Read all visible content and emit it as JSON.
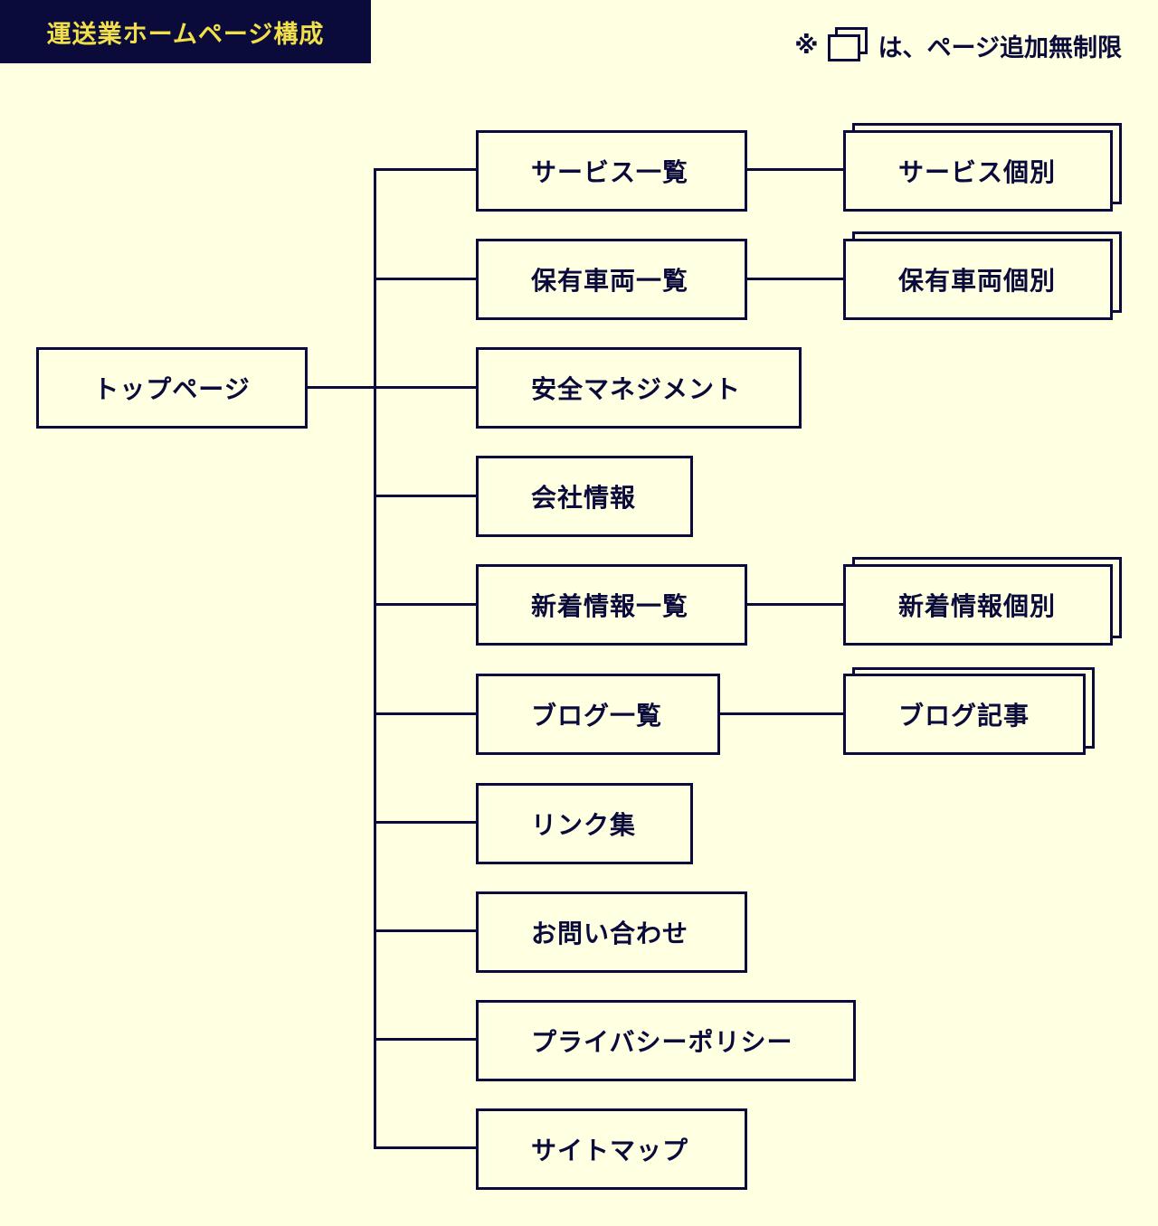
{
  "header": {
    "title": "運送業ホームページ構成"
  },
  "legend": {
    "mark": "※",
    "text": "は、ページ追加無制限",
    "icon": "stacked-pages-icon"
  },
  "colors": {
    "background": "#ffffe2",
    "ink": "#0b0b3b",
    "title_text": "#f2e04a"
  },
  "root": {
    "label": "トップページ"
  },
  "pages": [
    {
      "label": "サービス一覧",
      "child": "サービス個別"
    },
    {
      "label": "保有車両一覧",
      "child": "保有車両個別"
    },
    {
      "label": "安全マネジメント"
    },
    {
      "label": "会社情報"
    },
    {
      "label": "新着情報一覧",
      "child": "新着情報個別"
    },
    {
      "label": "ブログ一覧",
      "child": "ブログ記事"
    },
    {
      "label": "リンク集"
    },
    {
      "label": "お問い合わせ"
    },
    {
      "label": "プライバシーポリシー"
    },
    {
      "label": "サイトマップ"
    }
  ]
}
